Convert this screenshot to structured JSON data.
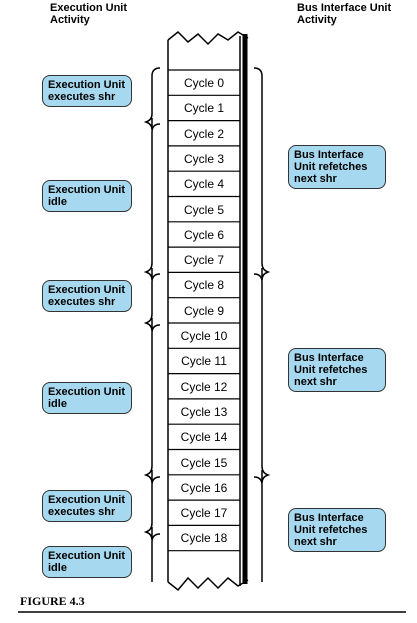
{
  "headers": {
    "left": "Execution Unit\nActivity",
    "right": "Bus Interface Unit\nActivity"
  },
  "cycles": [
    "Cycle 0",
    "Cycle 1",
    "Cycle 2",
    "Cycle 3",
    "Cycle 4",
    "Cycle 5",
    "Cycle 6",
    "Cycle 7",
    "Cycle 8",
    "Cycle 9",
    "Cycle 10",
    "Cycle 11",
    "Cycle 12",
    "Cycle 13",
    "Cycle 14",
    "Cycle 15",
    "Cycle 16",
    "Cycle 17",
    "Cycle 18"
  ],
  "execution_unit": [
    {
      "text": "Execution Unit\nexecutes shr"
    },
    {
      "text": "Execution Unit\nidle"
    },
    {
      "text": "Execution Unit\nexecutes shr"
    },
    {
      "text": "Execution Unit\nidle"
    },
    {
      "text": "Execution Unit\nexecutes shr"
    },
    {
      "text": "Execution Unit\nidle"
    }
  ],
  "bus_interface_unit": [
    {
      "text": "Bus Interface\nUnit  refetches\nnext shr"
    },
    {
      "text": "Bus Interface\nUnit  refetches\nnext shr"
    },
    {
      "text": "Bus Interface\nUnit  refetches\nnext shr"
    }
  ],
  "figure_label": "FIGURE 4.3",
  "colors": {
    "callout_fill": "#a6d9ef",
    "line": "#000000"
  }
}
